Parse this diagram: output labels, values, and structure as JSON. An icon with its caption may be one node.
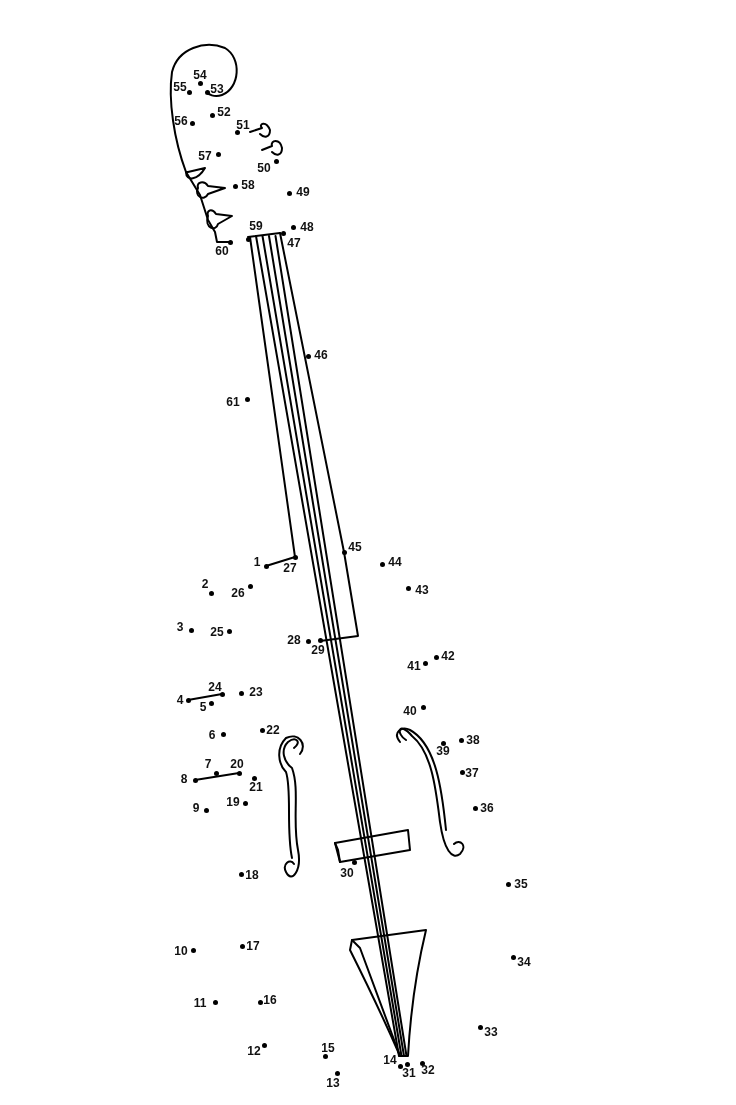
{
  "diagram": {
    "labels": [
      "1",
      "2",
      "3",
      "4",
      "5",
      "6",
      "7",
      "8",
      "9",
      "10",
      "11",
      "12",
      "13",
      "14",
      "15",
      "16",
      "17",
      "18",
      "19",
      "20",
      "21",
      "22",
      "23",
      "24",
      "25",
      "26",
      "27",
      "28",
      "29",
      "30",
      "31",
      "32",
      "33",
      "34",
      "35",
      "36",
      "37",
      "38",
      "39",
      "40",
      "41",
      "42",
      "43",
      "44",
      "45",
      "46",
      "47",
      "48",
      "49",
      "50",
      "51",
      "52",
      "53",
      "54",
      "55",
      "56",
      "57",
      "58",
      "59",
      "60",
      "61"
    ]
  }
}
